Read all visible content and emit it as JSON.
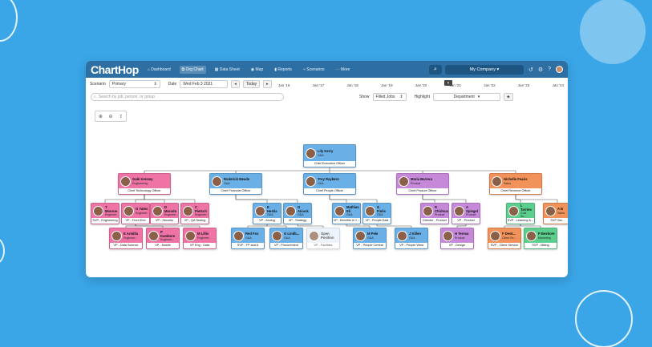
{
  "app": {
    "logo": "ChartHop",
    "company": "My Company"
  },
  "nav": [
    {
      "label": "Dashboard",
      "icon": "home-icon",
      "active": false
    },
    {
      "label": "Org Chart",
      "icon": "org-chart-icon",
      "active": true
    },
    {
      "label": "Data Sheet",
      "icon": "table-icon",
      "active": false
    },
    {
      "label": "Map",
      "icon": "map-icon",
      "active": false
    },
    {
      "label": "Reports",
      "icon": "bar-chart-icon",
      "active": false
    },
    {
      "label": "Scenarios",
      "icon": "branch-icon",
      "active": false
    },
    {
      "label": "More",
      "icon": "dots-icon",
      "active": false
    }
  ],
  "controls": {
    "scenario_label": "Scenario",
    "scenario_value": "Primary",
    "date_label": "Date",
    "date_value": "Wed Feb 3 2021",
    "today_label": "Today",
    "search_placeholder": "Search by job, person, or group",
    "show_label": "Show",
    "show_value": "Filled Jobs",
    "highlight_label": "Highlight",
    "highlight_value": "Department"
  },
  "timeline": [
    "Jan '16",
    "Jan '17",
    "Jan '18",
    "Jan '19",
    "Jan '20",
    "Jan '21",
    "Jan '22",
    "Jan '23",
    "Jan '24"
  ],
  "org": {
    "root": {
      "name": "Lily Kerry",
      "dept": "G&A",
      "title": "Chief Executive Officer",
      "color": "blue"
    },
    "level2": [
      {
        "name": "Gabi Kenney",
        "dept": "Engineering",
        "title": "Chief Technology Officer",
        "color": "pink"
      },
      {
        "name": "Roderick Meade",
        "dept": "G&A",
        "title": "Chief Financial Officer",
        "color": "blue"
      },
      {
        "name": "Troy Raybern",
        "dept": "G&A",
        "title": "Chief People Officer",
        "color": "blue"
      },
      {
        "name": "Maria Barrera",
        "dept": "Product",
        "title": "Chief Product Officer",
        "color": "purple"
      },
      {
        "name": "Nichelle Fearis",
        "dept": "Sales",
        "title": "Chief Revenue Officer",
        "color": "orange"
      }
    ],
    "level3": [
      {
        "name": "T Monroe",
        "dept": "Engineer...",
        "title": "SVP - Engineering",
        "color": "pink"
      },
      {
        "name": "G Yates",
        "dept": "Engineer...",
        "title": "VP - Front End",
        "color": "pink"
      },
      {
        "name": "D Morado",
        "dept": "Engineer...",
        "title": "VP - Security",
        "color": "pink"
      },
      {
        "name": "C Pietsch",
        "dept": "Engineer...",
        "title": "VP - QA Testing",
        "color": "pink"
      },
      {
        "name": "E Hestia",
        "dept": "G&A",
        "title": "VP - Acctng",
        "color": "blue"
      },
      {
        "name": "G Alcock",
        "dept": "G&A",
        "title": "VP - Strategy",
        "color": "blue"
      },
      {
        "name": "Mathias Eli",
        "dept": "G&A",
        "title": "VP - Benefits & C...",
        "color": "blue"
      },
      {
        "name": "G Finlis",
        "dept": "G&A",
        "title": "VP - People East",
        "color": "blue"
      },
      {
        "name": "R Chirlous",
        "dept": "Product",
        "title": "Director - Product",
        "color": "purple"
      },
      {
        "name": "A Spiegel",
        "dept": "Product",
        "title": "VP - Product",
        "color": "purple"
      },
      {
        "name": "L Tarrieo",
        "dept": "Cust Su...",
        "title": "SVP - Learning &...",
        "color": "green"
      },
      {
        "name": "A B",
        "dept": "Sales",
        "title": "SVP Sal...",
        "color": "orange"
      }
    ],
    "level4": [
      {
        "name": "E Armilla",
        "dept": "Engineer...",
        "title": "VP - Data Science",
        "color": "pink"
      },
      {
        "name": "P Kambore",
        "dept": "Engineer...",
        "title": "VP - Mobile",
        "color": "pink"
      },
      {
        "name": "M Lillis",
        "dept": "Engineer...",
        "title": "VP Eng - Data",
        "color": "pink"
      },
      {
        "name": "Red Fox",
        "dept": "G&A",
        "title": "SVP - FP and A",
        "color": "blue"
      },
      {
        "name": "G Lindb...",
        "dept": "G&A",
        "title": "VP - Procurement",
        "color": "blue"
      },
      {
        "name": "Open Position",
        "dept": "",
        "title": "VP - Facilities",
        "color": "ghost"
      },
      {
        "name": "M Pele",
        "dept": "G&A",
        "title": "VP - People Central",
        "color": "blue"
      },
      {
        "name": "J Killen",
        "dept": "G&A",
        "title": "VP - People West",
        "color": "blue"
      },
      {
        "name": "H Teresa",
        "dept": "Product",
        "title": "VP - Design",
        "color": "purple"
      },
      {
        "name": "F Desk...",
        "dept": "Client Se...",
        "title": "SVP - Client Service",
        "color": "orange"
      },
      {
        "name": "P Beshore",
        "dept": "Marketing",
        "title": "SVP - Mktng",
        "color": "green"
      }
    ]
  }
}
